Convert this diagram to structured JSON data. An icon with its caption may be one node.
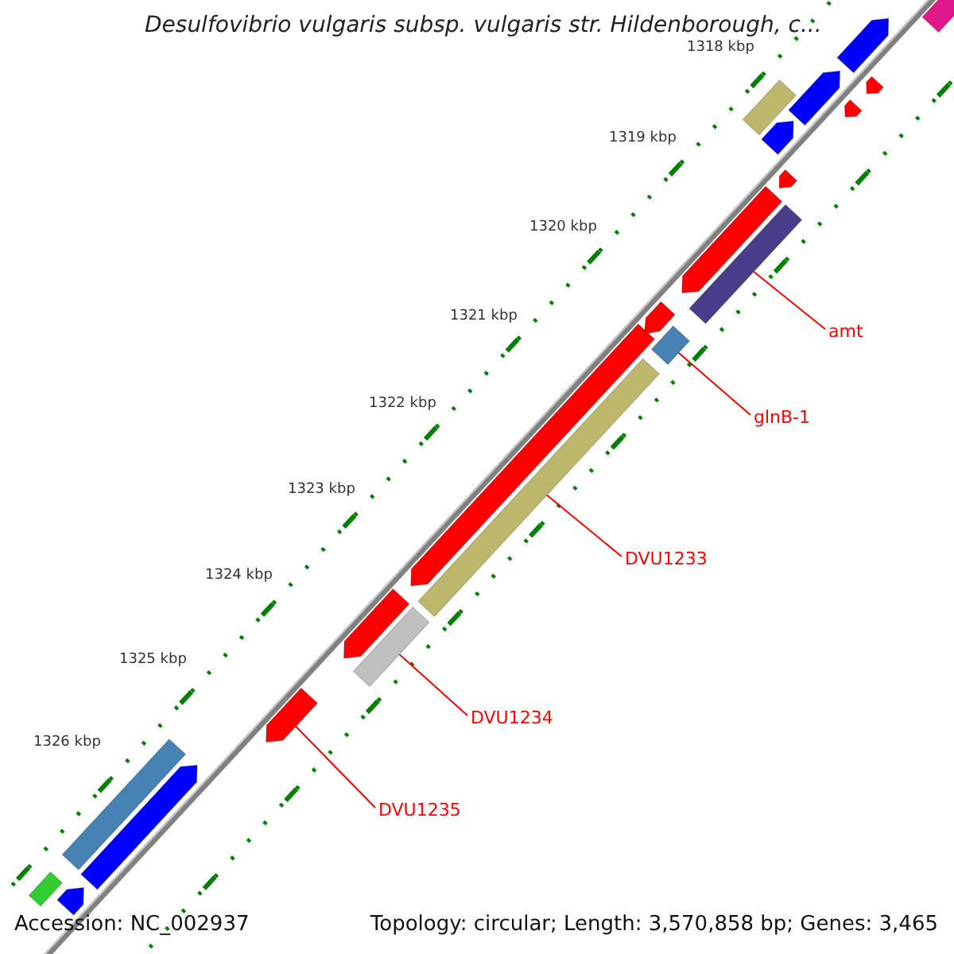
{
  "diagram": {
    "title": "Desulfovibrio vulgaris subsp. vulgaris str. Hildenborough, c...",
    "nodes": [
      {
        "text": [
          "amt"
        ]
      },
      {
        "text": [],
        "shape": "bar"
      },
      {
        "text": [
          "glnB-1"
        ]
      },
      {
        "text": [],
        "shape": "bar"
      },
      {
        "text": [
          "DVU1233"
        ]
      },
      {
        "text": [],
        "shape": "bar"
      },
      {
        "text": [
          "DVU1234"
        ]
      },
      {
        "text": [],
        "shape": "bar"
      },
      {
        "text": [
          "DVU1235"
        ]
      },
      {
        "text": [],
        "shape": "arrow"
      },
      {
        "text": [],
        "shape": "arrow"
      },
      {
        "text": [],
        "shape": "arrow"
      },
      {
        "text": [],
        "shape": "arrow"
      },
      {
        "text": [],
        "shape": "arrow"
      },
      {
        "text": [],
        "shape": "arrow"
      },
      {
        "text": [],
        "shape": "bar"
      },
      {
        "text": [],
        "shape": "arrow"
      },
      {
        "text": [],
        "shape": "arrow"
      },
      {
        "text": [],
        "shape": "arrow"
      },
      {
        "text": [],
        "shape": "arrow"
      },
      {
        "text": [],
        "shape": "arrow"
      },
      {
        "text": [],
        "shape": "arrow"
      },
      {
        "text": [],
        "shape": "arrow"
      },
      {
        "text": [],
        "shape": "bar"
      },
      {
        "text": [],
        "shape": "arrow"
      },
      {
        "text": [],
        "shape": "bar"
      }
    ],
    "edges": [
      {
        "from": 0,
        "to": 1,
        "arrow": "none"
      },
      {
        "from": 2,
        "to": 3,
        "arrow": "none"
      },
      {
        "from": 4,
        "to": 5,
        "arrow": "none"
      },
      {
        "from": 6,
        "to": 7,
        "arrow": "none"
      },
      {
        "from": 8,
        "to": 9,
        "arrow": "none"
      }
    ],
    "labels": [
      "1318 kbp",
      "1319 kbp",
      "1320 kbp",
      "1321 kbp",
      "1322 kbp",
      "1323 kbp",
      "1324 kbp",
      "1325 kbp",
      "1326 kbp",
      "Accession: NC_002937",
      "Topology: circular; Length: 3,570,858 bp; Genes: 3,465"
    ]
  }
}
